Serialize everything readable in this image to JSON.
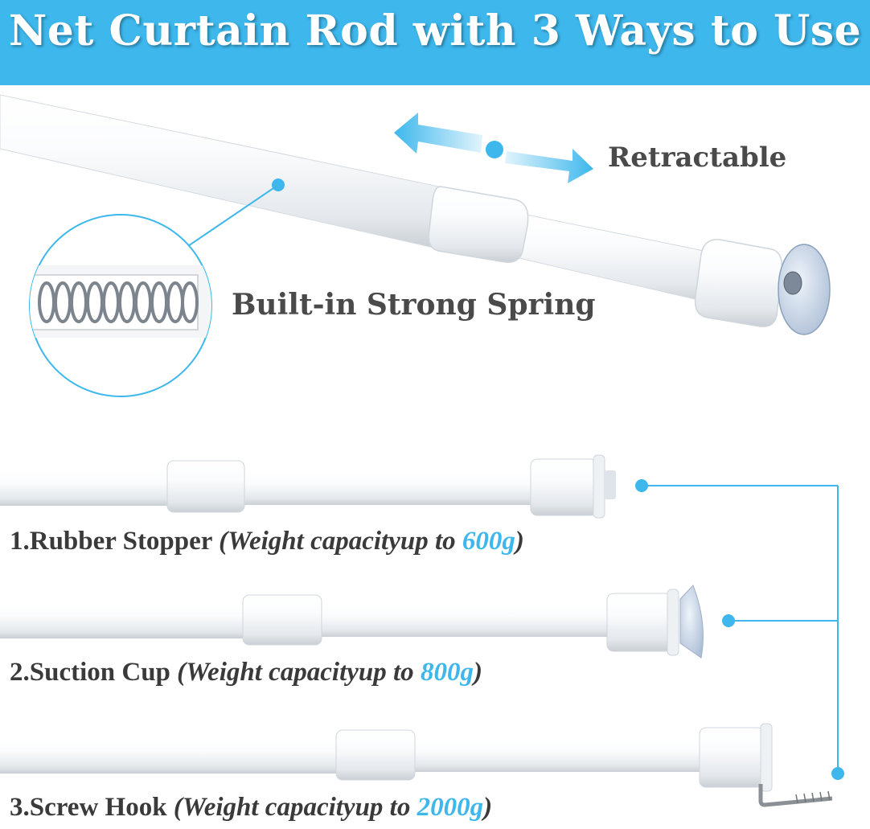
{
  "header": {
    "title": "Net Curtain Rod with 3 Ways to Use"
  },
  "features": {
    "retractable": "Retractable",
    "spring": "Built-in Strong Spring"
  },
  "methods": [
    {
      "label": "1.Rubber Stopper",
      "paren_open": "(",
      "capacity_text": "Weight capacityup to ",
      "capacity_value": "600g",
      "paren_close": ")"
    },
    {
      "label": "2.Suction Cup",
      "paren_open": "(",
      "capacity_text": "Weight capacityup to ",
      "capacity_value": "800g",
      "paren_close": ")"
    },
    {
      "label": "3.Screw Hook",
      "paren_open": "(",
      "capacity_text": "Weight capacityup to ",
      "capacity_value": "2000g",
      "paren_close": ")"
    }
  ],
  "colors": {
    "accent": "#3db7ec",
    "text": "#4a4a4a",
    "rod": "#f4f6f8"
  }
}
